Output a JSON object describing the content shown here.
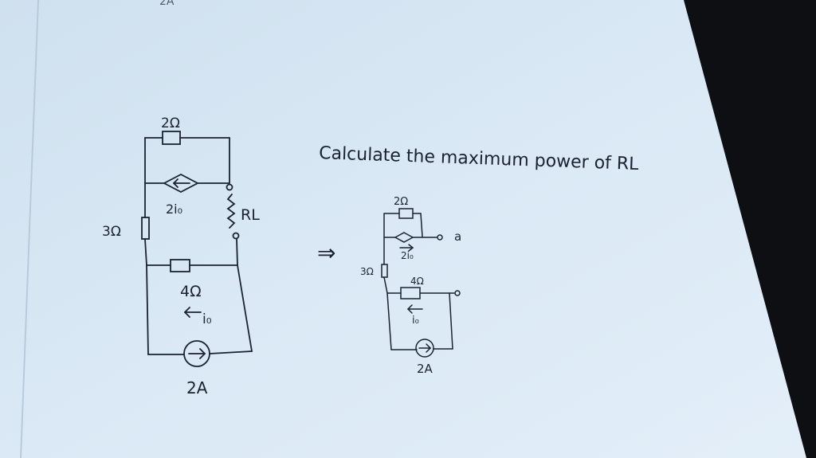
{
  "question": "Calculate the maximum power of RL",
  "top_scribble": "2A",
  "arrow": "⇒",
  "original_circuit": {
    "r_top": "2Ω",
    "dependent_source": "2i₀",
    "r_left": "3Ω",
    "r_load": "RL",
    "r_mid": "4Ω",
    "current_label": "i₀",
    "current_source": "2A"
  },
  "thevenin_circuit": {
    "r_top": "2Ω",
    "dependent_source": "2i₀",
    "r_left": "3Ω",
    "r_mid": "4Ω",
    "current_label": "i₀",
    "current_source": "2A",
    "terminal_a": "a"
  },
  "colors": {
    "paper": "#d8e8f4",
    "ink": "#1b2230",
    "background": "#0d0f12"
  }
}
